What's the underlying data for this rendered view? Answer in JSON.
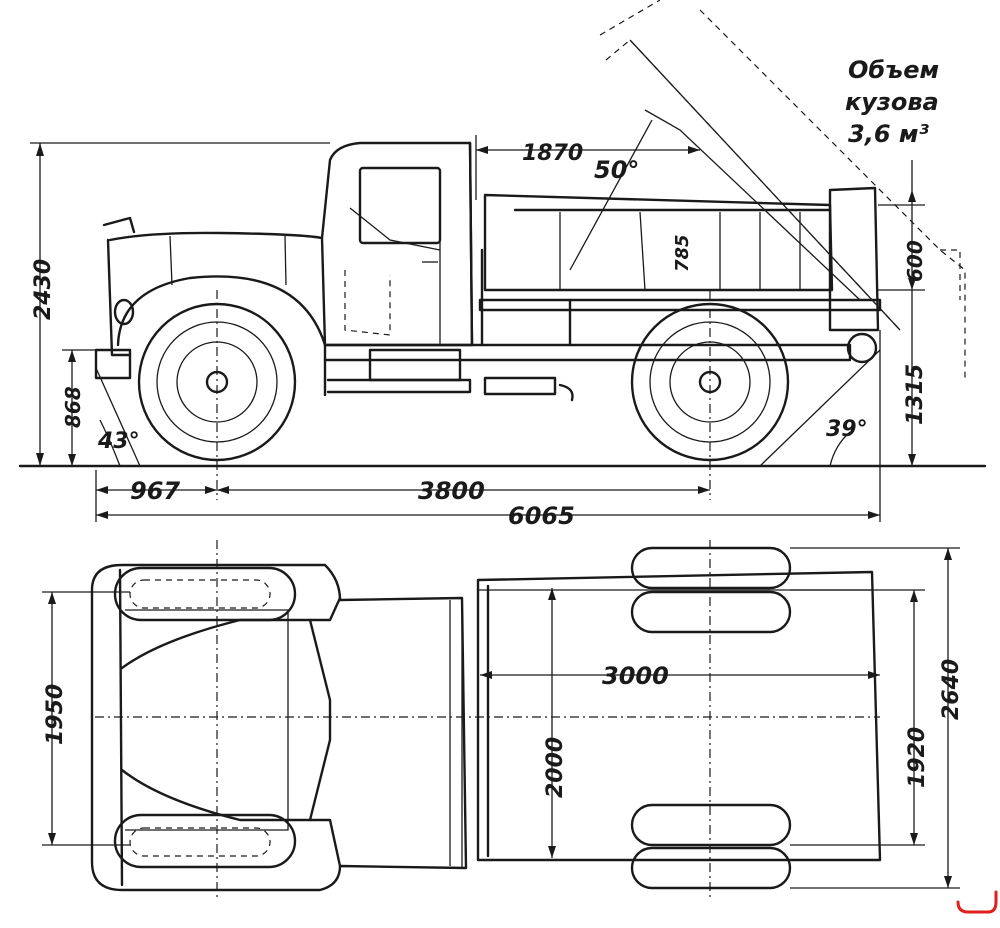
{
  "side_view": {
    "dims": {
      "cab_to_body": "1870",
      "tip_angle": "50°",
      "body_height": "785",
      "side_board": "600",
      "overall_height": "2430",
      "front_clearance": "868",
      "approach_angle": "43°",
      "departure_angle": "39°",
      "rear_height": "1315",
      "front_overhang": "967",
      "wheelbase": "3800",
      "overall_length": "6065"
    },
    "volume_note": [
      "Объем",
      "кузова",
      "3,6 м³"
    ]
  },
  "top_view": {
    "dims": {
      "front_track": "1950",
      "body_length": "3000",
      "body_inner_width": "2000",
      "rear_track": "1920",
      "overall_width": "2640"
    }
  },
  "colors": {
    "line": "#1a1a1a",
    "marker": "#e0201c"
  }
}
